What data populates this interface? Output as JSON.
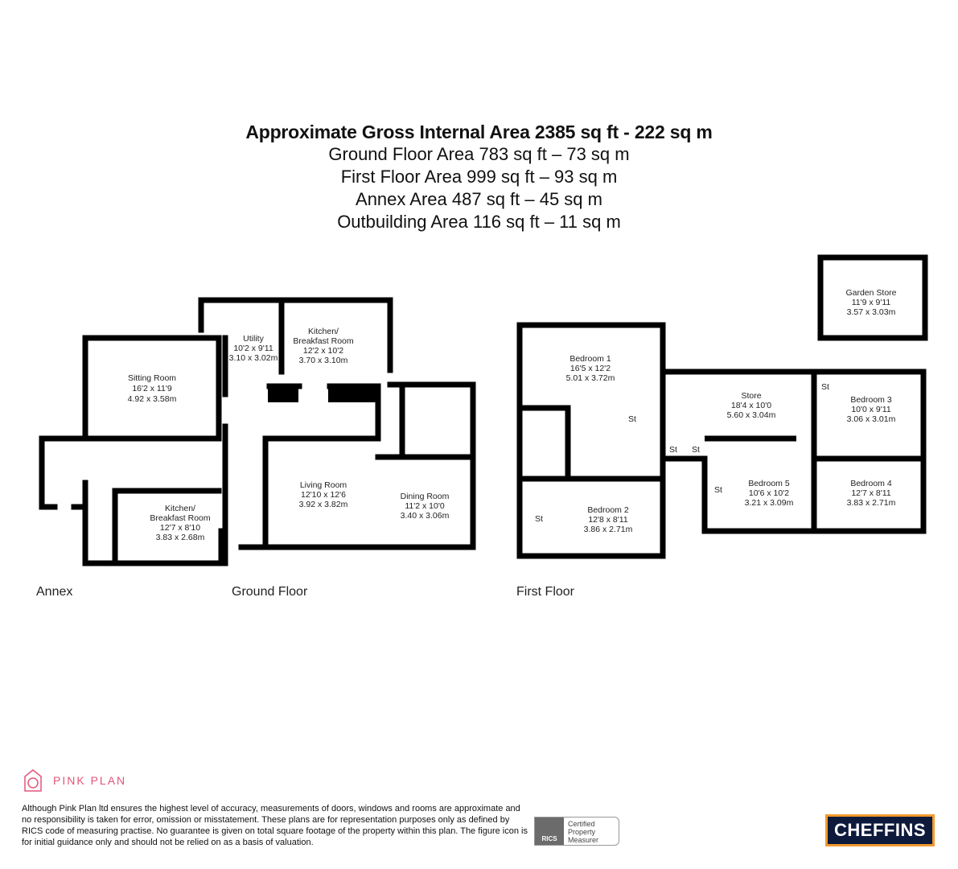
{
  "header": {
    "title": "Approximate Gross Internal Area 2385 sq ft - 222 sq m",
    "lines": [
      "Ground Floor Area 783 sq ft – 73 sq m",
      "First Floor Area 999 sq ft – 93 sq m",
      "Annex Area 487 sq ft – 45 sq m",
      "Outbuilding Area 116 sq ft – 11 sq m"
    ]
  },
  "floors": {
    "annex": "Annex",
    "ground": "Ground Floor",
    "first": "First Floor"
  },
  "rooms": {
    "sitting": [
      "Sitting Room",
      "16'2 x 11'9",
      "4.92 x 3.58m"
    ],
    "annex_kitchen": [
      "Kitchen/",
      "Breakfast Room",
      "12'7 x 8'10",
      "3.83 x 2.68m"
    ],
    "utility": [
      "Utility",
      "10'2 x 9'11",
      "3.10 x 3.02m"
    ],
    "kitchen": [
      "Kitchen/",
      "Breakfast Room",
      "12'2 x 10'2",
      "3.70 x 3.10m"
    ],
    "living": [
      "Living Room",
      "12'10 x 12'6",
      "3.92 x 3.82m"
    ],
    "dining": [
      "Dining Room",
      "11'2 x 10'0",
      "3.40 x 3.06m"
    ],
    "bed1": [
      "Bedroom 1",
      "16'5 x 12'2",
      "5.01 x 3.72m"
    ],
    "bed2": [
      "Bedroom 2",
      "12'8 x 8'11",
      "3.86 x 2.71m"
    ],
    "store": [
      "Store",
      "18'4 x 10'0",
      "5.60 x 3.04m"
    ],
    "bed3": [
      "Bedroom 3",
      "10'0 x 9'11",
      "3.06 x 3.01m"
    ],
    "bed4": [
      "Bedroom 4",
      "12'7 x 8'11",
      "3.83 x 2.71m"
    ],
    "bed5": [
      "Bedroom 5",
      "10'6 x 10'2",
      "3.21 x 3.09m"
    ],
    "garden": [
      "Garden Store",
      "11'9 x 9'11",
      "3.57 x 3.03m"
    ],
    "storage_label": "St"
  },
  "footer": {
    "brand": "PINK PLAN",
    "disclaimer": "Although Pink Plan ltd ensures the highest level of accuracy, measurements of doors, windows and rooms are approximate and no responsibility is taken for error, omission or misstatement. These plans are for representation purposes only as defined by RICS code of measuring practise. No guarantee is given on total square footage of the property within this plan. The figure icon is for initial guidance only and should not be relied on as a basis of valuation.",
    "rics_left": "RICS",
    "rics_right": [
      "Certified",
      "Property",
      "Measurer"
    ],
    "agent": "CHEFFINS",
    "colors": {
      "pink": "#e0567a",
      "agent_bg": "#0e1a3c",
      "agent_border": "#f29a2e"
    }
  }
}
